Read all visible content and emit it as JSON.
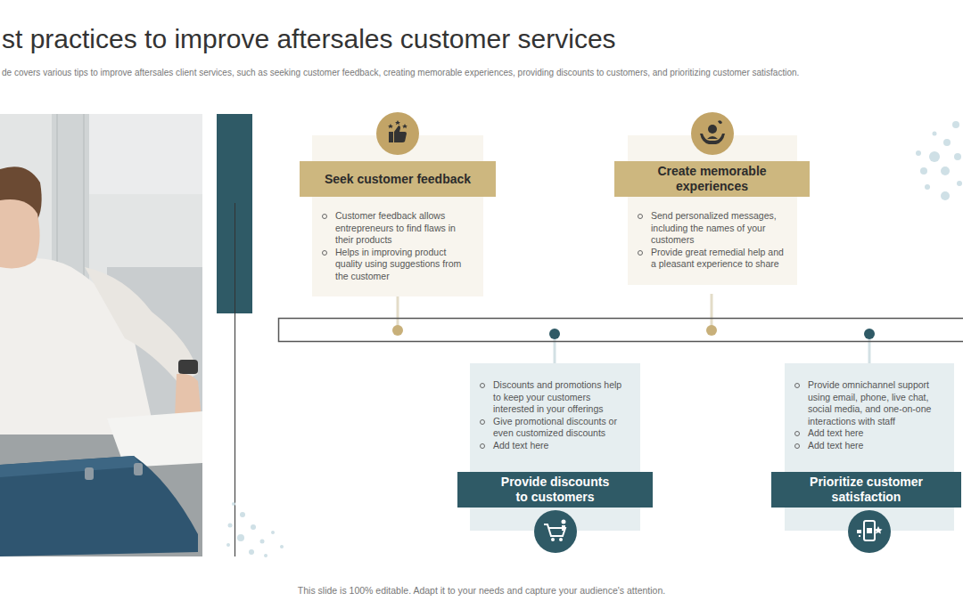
{
  "diagram": {
    "title": "st practices to improve aftersales customer services",
    "caption": "This slide is 100% editable. Adapt it to your needs and capture your audience's attention.",
    "nodes": [
      {
        "text": [
          "Seek customer feedback",
          "Customer feedback allows entrepreneurs to find flaws in their products",
          "Helps in improving product quality using suggestions from the customer"
        ]
      },
      {
        "text": [
          "Provide discounts to customers",
          "Discounts and promotions help to keep your customers interested in your offerings",
          "Give promotional discounts or even customized discounts",
          "Add text here"
        ]
      },
      {
        "text": [
          "Create memorable experiences",
          "Send personalized messages, including the names of your customers",
          "Provide great remedial help and a pleasant experience to share"
        ]
      },
      {
        "text": [
          "Prioritize customer satisfaction",
          "Provide omnichannel support using email, phone, live chat, social media, and one-on-one interactions with staff",
          "Add text here",
          "Add text here"
        ]
      }
    ],
    "labels": [
      "de covers various tips to improve aftersales client services, such as seeking customer feedback, creating memorable experiences, providing discounts to customers, and prioritizing customer satisfaction."
    ]
  }
}
